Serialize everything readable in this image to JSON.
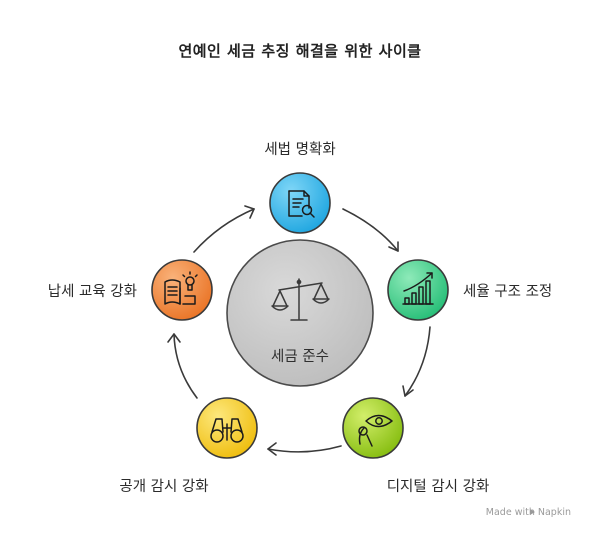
{
  "title": "연예인 세금 추징 해결을 위한 사이클",
  "center": {
    "label": "세금 준수",
    "icon": "scales-icon"
  },
  "steps": [
    {
      "label": "세법 명확화",
      "icon": "document-search-icon",
      "color": "#39b6ec"
    },
    {
      "label": "세율 구조 조정",
      "icon": "bar-chart-growth-icon",
      "color": "#3fcf8c"
    },
    {
      "label": "디지털 감시 강화",
      "icon": "eye-monitor-icon",
      "color": "#9acd1e"
    },
    {
      "label": "공개 감시 강화",
      "icon": "binoculars-icon",
      "color": "#f5cc1f"
    },
    {
      "label": "납세 교육 강화",
      "icon": "book-lightbulb-icon",
      "color": "#f0873a"
    }
  ],
  "watermark": "Made with  Napkin"
}
